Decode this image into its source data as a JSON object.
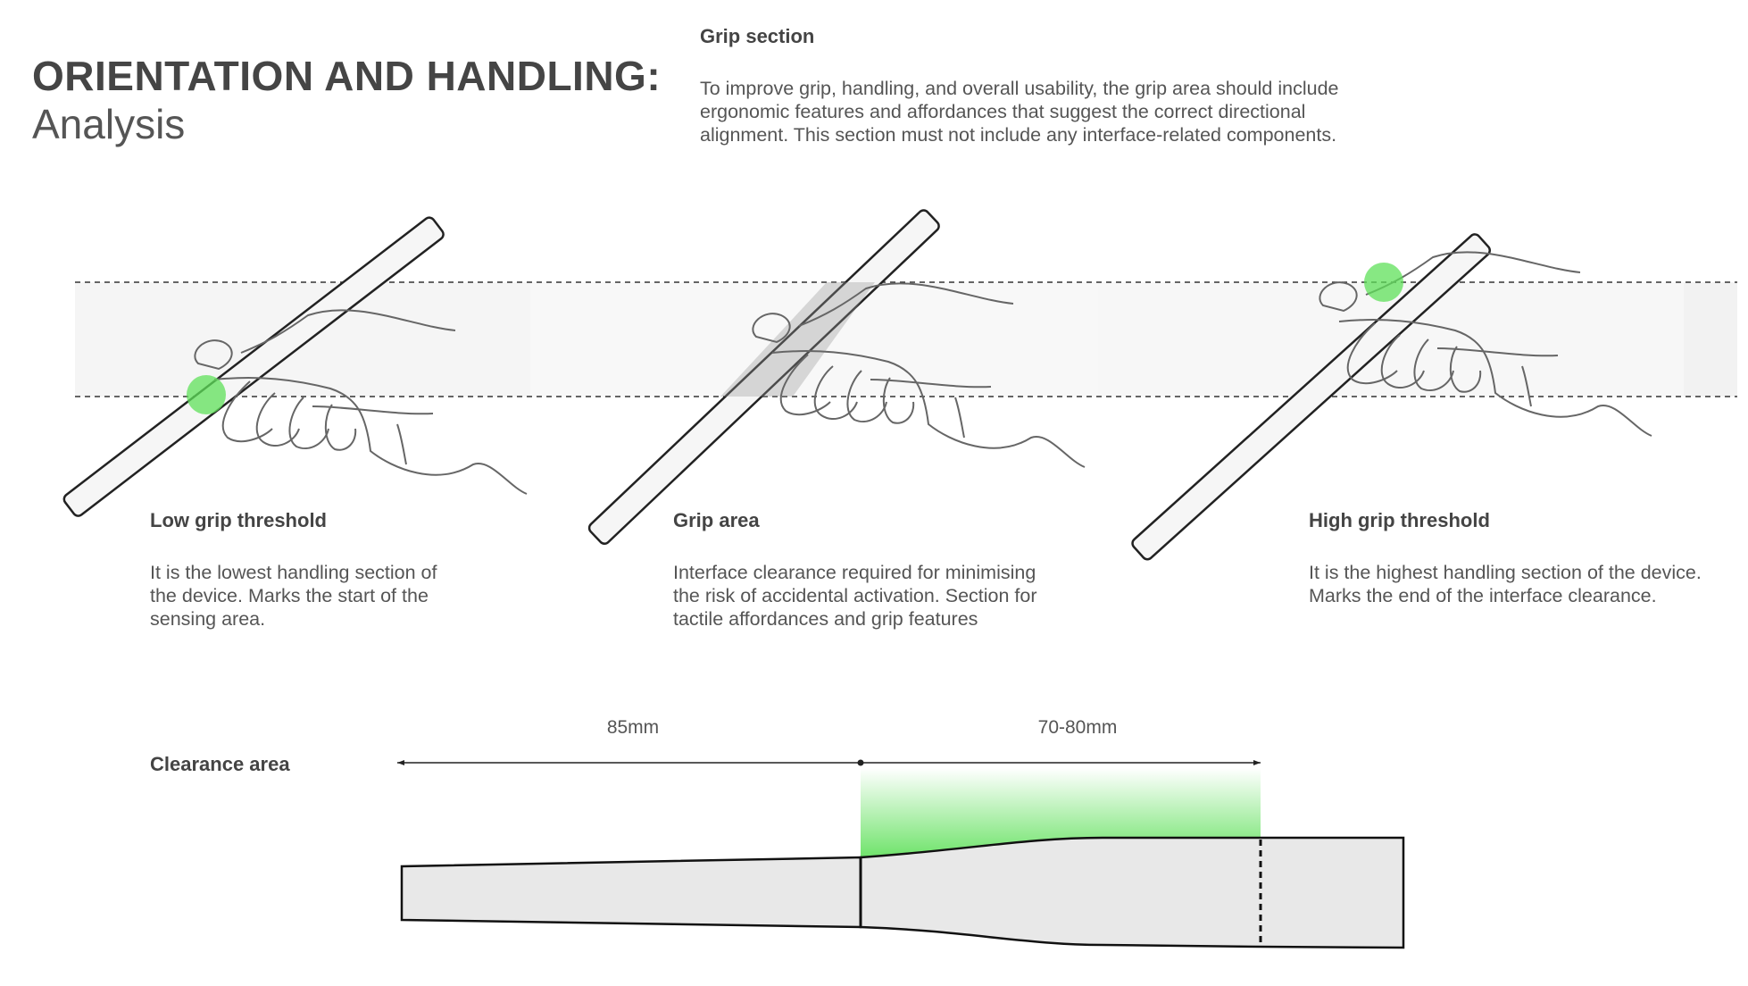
{
  "header": {
    "title": "ORIENTATION AND HANDLING:",
    "subtitle": "Analysis"
  },
  "grip_section": {
    "title": "Grip section",
    "text_lines": [
      "To improve grip, handling, and overall usability, the grip area should include",
      "ergonomic features and affordances that suggest the correct directional",
      "alignment. This section must not include any interface-related components."
    ]
  },
  "panels": [
    {
      "title": "Low grip threshold",
      "text_lines": [
        "It is the lowest handling section of",
        "the device. Marks the start of the",
        "sensing area."
      ]
    },
    {
      "title": "Grip area",
      "text_lines": [
        "Interface clearance required for minimising",
        "the risk of accidental activation. Section for",
        "tactile affordances and grip features"
      ]
    },
    {
      "title": "High grip threshold",
      "text_lines": [
        "It is the highest handling section of the device.",
        "Marks the end of the interface clearance."
      ]
    }
  ],
  "clearance": {
    "label": "Clearance area",
    "dim_left": "85mm",
    "dim_right": "70-80mm"
  },
  "colors": {
    "highlight_green": "#5fe05a",
    "band_gray": "#f5f5f5",
    "device_fill": "#e8e8e8",
    "stroke": "#555555"
  }
}
